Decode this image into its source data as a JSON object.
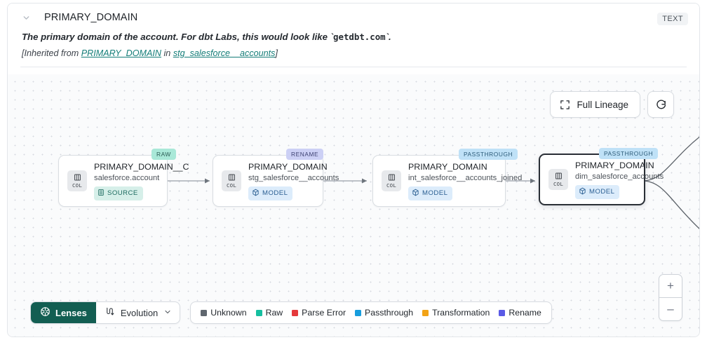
{
  "header": {
    "chevron_icon": "chevron-down-icon",
    "title": "PRIMARY_DOMAIN",
    "type_chip": "TEXT",
    "description_prefix": "The primary domain of the account. For dbt Labs, this would look like `",
    "description_code": "getdbt.com",
    "description_suffix": "`.",
    "inherited_open": "[Inherited from ",
    "inherited_column_link": "PRIMARY_DOMAIN",
    "inherited_mid": " in ",
    "inherited_model_link": "stg_salesforce__accounts",
    "inherited_close": "]"
  },
  "canvas_controls": {
    "full_lineage_label": "Full Lineage",
    "full_lineage_icon": "expand-brackets-icon",
    "refresh_icon": "refresh-icon",
    "zoom_in_label": "+",
    "zoom_out_label": "–"
  },
  "lineage": {
    "nodes": [
      {
        "tag": "RAW",
        "tag_style": "raw",
        "icon_label": "COL",
        "title": "PRIMARY_DOMAIN__C",
        "subtitle": "salesforce.account",
        "badge": "SOURCE",
        "badge_style": "source",
        "badge_icon": "database-icon",
        "selected": false
      },
      {
        "tag": "RENAME",
        "tag_style": "rename",
        "icon_label": "COL",
        "title": "PRIMARY_DOMAIN",
        "subtitle": "stg_salesforce__accounts",
        "badge": "MODEL",
        "badge_style": "model",
        "badge_icon": "cube-icon",
        "selected": false
      },
      {
        "tag": "PASSTHROUGH",
        "tag_style": "passthrough",
        "icon_label": "COL",
        "title": "PRIMARY_DOMAIN",
        "subtitle": "int_salesforce__accounts_joined",
        "badge": "MODEL",
        "badge_style": "model",
        "badge_icon": "cube-icon",
        "selected": false
      },
      {
        "tag": "PASSTHROUGH",
        "tag_style": "passthrough",
        "icon_label": "COL",
        "title": "PRIMARY_DOMAIN",
        "subtitle": "dim_salesforce_accounts",
        "badge": "MODEL",
        "badge_style": "model",
        "badge_icon": "cube-icon",
        "selected": true
      }
    ]
  },
  "toolbar": {
    "lenses_label": "Lenses",
    "lenses_icon": "aperture-icon",
    "evolution_label": "Evolution",
    "evolution_icon": "evolution-path-icon",
    "evolution_caret_icon": "chevron-down-icon"
  },
  "legend": {
    "items": [
      {
        "label": "Unknown",
        "color": "#5f666e"
      },
      {
        "label": "Raw",
        "color": "#16bfa0"
      },
      {
        "label": "Parse Error",
        "color": "#e5393c"
      },
      {
        "label": "Passthrough",
        "color": "#179ddd"
      },
      {
        "label": "Transformation",
        "color": "#f2a317"
      },
      {
        "label": "Rename",
        "color": "#5a5ae6"
      }
    ]
  }
}
